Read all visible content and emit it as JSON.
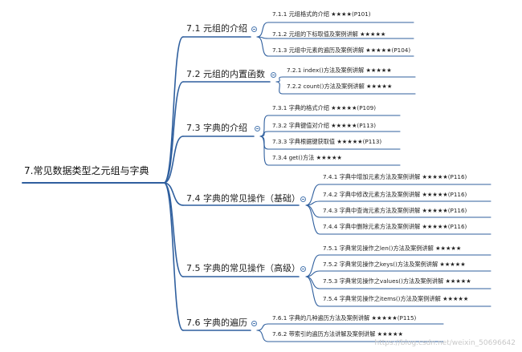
{
  "root": {
    "label": "7.常见数据类型之元组与字典"
  },
  "sections": [
    {
      "label": "7.1 元组的介绍",
      "items": [
        "7.1.1 元组格式的介绍 ★★★★(P101)",
        "7.1.2 元组的下标取值及案例讲解 ★★★★★",
        "7.1.3 元组中元素的遍历及案例讲解 ★★★★★(P104)"
      ]
    },
    {
      "label": "7.2 元组的内置函数",
      "items": [
        "7.2.1 index()方法及案例讲解 ★★★★★",
        "7.2.2 count()方法及案例讲解 ★★★★★"
      ]
    },
    {
      "label": "7.3 字典的介绍",
      "items": [
        "7.3.1 字典的格式介绍 ★★★★★(P109)",
        "7.3.2 字典键值对介绍 ★★★★★(P113)",
        "7.3.3 字典根据键获取值 ★★★★★(P113)",
        "7.3.4 get()方法 ★★★★★"
      ]
    },
    {
      "label": "7.4 字典的常见操作（基础）",
      "items": [
        "7.4.1 字典中增加元素方法及案例讲解 ★★★★★(P116)",
        "7.4.2 字典中修改元素方法及案例讲解 ★★★★★(P116)",
        "7.4.3 字典中查询元素方法及案例讲解 ★★★★★(P116)",
        "7.4.4 字典中删除元素方法及案例讲解 ★★★★★(P116)"
      ]
    },
    {
      "label": "7.5 字典的常见操作（高级）",
      "items": [
        "7.5.1 字典常见操作之len()方法及案例讲解 ★★★★★",
        "7.5.2 字典常见操作之keys()方法及案例讲解 ★★★★★",
        "7.5.3 字典常见操作之values()方法及案例讲解 ★★★★★",
        "7.5.4 字典常见操作之items()方法及案例讲解 ★★★★★"
      ]
    },
    {
      "label": "7.6 字典的遍历",
      "items": [
        "7.6.1 字典的几种遍历方法及案例讲解 ★★★★★(P115)",
        "7.6.2 带索引的遍历方法讲解及案例讲解 ★★★★★"
      ]
    }
  ],
  "watermark": "https://blog.csdn.net/weixin_50696642",
  "colors": {
    "line": "#2f5f9e",
    "toggle": "#4a78b0",
    "text": "#222222"
  }
}
